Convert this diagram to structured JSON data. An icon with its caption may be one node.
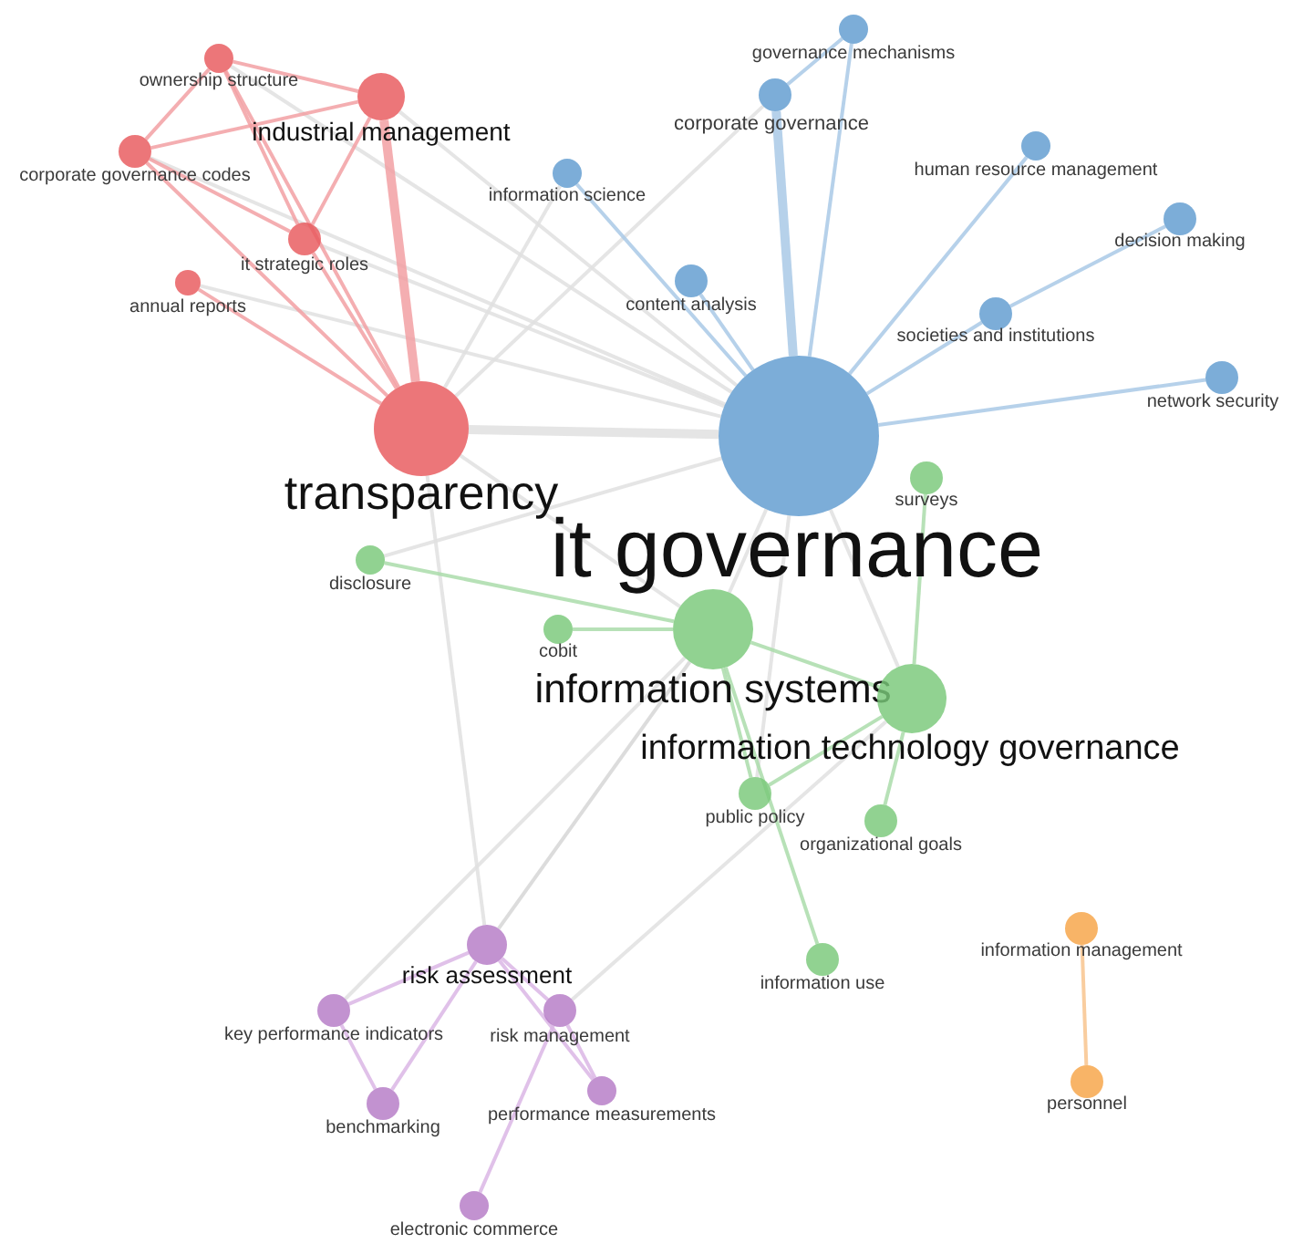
{
  "diagram": {
    "nodes": [
      {
        "text": [
          "ownership structure"
        ]
      },
      {
        "text": [
          "industrial management"
        ]
      },
      {
        "text": [
          "corporate governance codes"
        ]
      },
      {
        "text": [
          "it strategic roles"
        ]
      },
      {
        "text": [
          "annual reports"
        ]
      },
      {
        "text": [
          "transparency"
        ]
      },
      {
        "text": [
          "information science"
        ]
      },
      {
        "text": [
          "governance mechanisms"
        ]
      },
      {
        "text": [
          "corporate governance"
        ]
      },
      {
        "text": [
          "human resource management"
        ]
      },
      {
        "text": [
          "decision making"
        ]
      },
      {
        "text": [
          "content analysis"
        ]
      },
      {
        "text": [
          "societies and institutions"
        ]
      },
      {
        "text": [
          "network security"
        ]
      },
      {
        "text": [
          "it governance"
        ]
      },
      {
        "text": [
          "surveys"
        ]
      },
      {
        "text": [
          "disclosure"
        ]
      },
      {
        "text": [
          "cobit"
        ]
      },
      {
        "text": [
          "information systems"
        ]
      },
      {
        "text": [
          "information technology governance"
        ]
      },
      {
        "text": [
          "public policy"
        ]
      },
      {
        "text": [
          "organizational goals"
        ]
      },
      {
        "text": [
          "information use"
        ]
      },
      {
        "text": [
          "information management"
        ]
      },
      {
        "text": [
          "personnel"
        ]
      },
      {
        "text": [
          "risk assessment"
        ]
      },
      {
        "text": [
          "key performance indicators"
        ]
      },
      {
        "text": [
          "risk management"
        ]
      },
      {
        "text": [
          "benchmarking"
        ]
      },
      {
        "text": [
          "performance measurements"
        ]
      },
      {
        "text": [
          "electronic commerce"
        ]
      }
    ],
    "edges": [
      {
        "from": 5,
        "to": 14,
        "arrow": "none",
        "style": "thick",
        "color": "#e0e0e0"
      },
      {
        "from": 1,
        "to": 14,
        "arrow": "none",
        "color": "#e0e0e0"
      },
      {
        "from": 0,
        "to": 14,
        "arrow": "none",
        "color": "#e0e0e0"
      },
      {
        "from": 2,
        "to": 14,
        "arrow": "none",
        "color": "#e0e0e0"
      },
      {
        "from": 3,
        "to": 14,
        "arrow": "none",
        "color": "#e0e0e0"
      },
      {
        "from": 4,
        "to": 14,
        "arrow": "none",
        "color": "#e0e0e0"
      },
      {
        "from": 8,
        "to": 5,
        "arrow": "none",
        "color": "#e0e0e0"
      },
      {
        "from": 6,
        "to": 5,
        "arrow": "none",
        "color": "#e0e0e0"
      },
      {
        "from": 5,
        "to": 18,
        "arrow": "none",
        "color": "#e0e0e0"
      },
      {
        "from": 16,
        "to": 14,
        "arrow": "none",
        "color": "#e0e0e0"
      },
      {
        "from": 14,
        "to": 18,
        "arrow": "none",
        "color": "#e0e0e0"
      },
      {
        "from": 14,
        "to": 19,
        "arrow": "none",
        "color": "#e0e0e0"
      },
      {
        "from": 14,
        "to": 20,
        "arrow": "none",
        "color": "#e0e0e0"
      },
      {
        "from": 5,
        "to": 25,
        "arrow": "none",
        "color": "#e0e0e0"
      },
      {
        "from": 25,
        "to": 18,
        "arrow": "none",
        "color": "#d6d6d6"
      },
      {
        "from": 26,
        "to": 18,
        "arrow": "none",
        "color": "#e0e0e0"
      },
      {
        "from": 27,
        "to": 19,
        "arrow": "none",
        "color": "#e0e0e0"
      },
      {
        "from": 0,
        "to": 1,
        "arrow": "none",
        "color": "#f2a0a3"
      },
      {
        "from": 0,
        "to": 2,
        "arrow": "none",
        "color": "#f2a0a3"
      },
      {
        "from": 0,
        "to": 3,
        "arrow": "none",
        "color": "#f2a0a3"
      },
      {
        "from": 0,
        "to": 5,
        "arrow": "none",
        "color": "#f2a0a3"
      },
      {
        "from": 1,
        "to": 2,
        "arrow": "none",
        "color": "#f2a0a3"
      },
      {
        "from": 1,
        "to": 3,
        "arrow": "none",
        "color": "#f2a0a3"
      },
      {
        "from": 1,
        "to": 5,
        "arrow": "none",
        "style": "thick",
        "color": "#f2a0a3"
      },
      {
        "from": 2,
        "to": 3,
        "arrow": "none",
        "color": "#f2a0a3"
      },
      {
        "from": 2,
        "to": 5,
        "arrow": "none",
        "color": "#f2a0a3"
      },
      {
        "from": 3,
        "to": 5,
        "arrow": "none",
        "color": "#f2a0a3"
      },
      {
        "from": 4,
        "to": 5,
        "arrow": "none",
        "color": "#f2a0a3"
      },
      {
        "from": 14,
        "to": 6,
        "arrow": "none",
        "color": "#a9c9e6"
      },
      {
        "from": 14,
        "to": 8,
        "arrow": "none",
        "style": "thick",
        "color": "#a9c9e6"
      },
      {
        "from": 14,
        "to": 7,
        "arrow": "none",
        "color": "#a9c9e6"
      },
      {
        "from": 8,
        "to": 7,
        "arrow": "none",
        "color": "#a9c9e6"
      },
      {
        "from": 14,
        "to": 9,
        "arrow": "none",
        "color": "#a9c9e6"
      },
      {
        "from": 12,
        "to": 10,
        "arrow": "none",
        "color": "#a9c9e6"
      },
      {
        "from": 14,
        "to": 11,
        "arrow": "none",
        "color": "#a9c9e6"
      },
      {
        "from": 14,
        "to": 12,
        "arrow": "none",
        "color": "#a9c9e6"
      },
      {
        "from": 14,
        "to": 13,
        "arrow": "none",
        "color": "#a9c9e6"
      },
      {
        "from": 16,
        "to": 18,
        "arrow": "none",
        "color": "#aadcaa"
      },
      {
        "from": 17,
        "to": 18,
        "arrow": "none",
        "color": "#aadcaa"
      },
      {
        "from": 18,
        "to": 19,
        "arrow": "none",
        "color": "#aadcaa"
      },
      {
        "from": 18,
        "to": 20,
        "arrow": "none",
        "color": "#aadcaa"
      },
      {
        "from": 19,
        "to": 20,
        "arrow": "none",
        "color": "#aadcaa"
      },
      {
        "from": 19,
        "to": 21,
        "arrow": "none",
        "color": "#aadcaa"
      },
      {
        "from": 15,
        "to": 19,
        "arrow": "none",
        "color": "#aadcaa"
      },
      {
        "from": 18,
        "to": 22,
        "arrow": "none",
        "color": "#aadcaa"
      },
      {
        "from": 25,
        "to": 26,
        "arrow": "none",
        "color": "#dbb6e5"
      },
      {
        "from": 25,
        "to": 27,
        "arrow": "none",
        "color": "#dbb6e5"
      },
      {
        "from": 25,
        "to": 28,
        "arrow": "none",
        "color": "#dbb6e5"
      },
      {
        "from": 25,
        "to": 29,
        "arrow": "none",
        "color": "#dbb6e5"
      },
      {
        "from": 27,
        "to": 29,
        "arrow": "none",
        "color": "#dbb6e5"
      },
      {
        "from": 27,
        "to": 30,
        "arrow": "none",
        "color": "#dbb6e5"
      },
      {
        "from": 26,
        "to": 28,
        "arrow": "none",
        "color": "#dbb6e5"
      },
      {
        "from": 23,
        "to": 24,
        "arrow": "none",
        "color": "#f8c48e"
      }
    ]
  }
}
